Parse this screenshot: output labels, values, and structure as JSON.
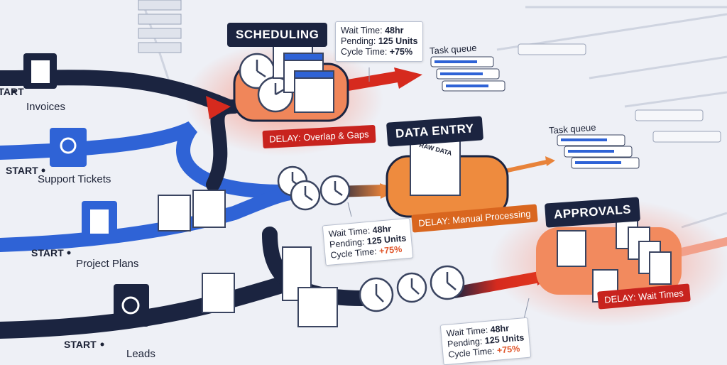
{
  "sources": [
    {
      "label": "Invoices",
      "start": "START",
      "icon": "invoice-document-icon"
    },
    {
      "label": "Support Tickets",
      "start": "START",
      "icon": "headset-agent-icon"
    },
    {
      "label": "Project Plans",
      "start": "START",
      "icon": "checklist-icon"
    },
    {
      "label": "Leads",
      "start": "START",
      "icon": "growth-chart-icon"
    }
  ],
  "stages": [
    {
      "title": "SCHEDULING",
      "delay": "DELAY: Overlap & Gaps",
      "delay_color": "#c8231e"
    },
    {
      "title": "DATA ENTRY",
      "delay": "DELAY: Manual Processing",
      "delay_color": "#d9661f",
      "doc_text": "RAW DATA"
    },
    {
      "title": "APPROVALS",
      "delay": "DELAY: Wait Times",
      "delay_color": "#c8231e"
    }
  ],
  "metrics": [
    {
      "wait_label": "Wait Time:",
      "wait": "48hr",
      "pending_label": "Pending:",
      "pending": "125 Units",
      "cycle_label": "Cycle Time:",
      "cycle": "+75%"
    },
    {
      "wait_label": "Wait Time:",
      "wait": "48hr",
      "pending_label": "Pending:",
      "pending": "125 Units",
      "cycle_label": "Cycle Time:",
      "cycle": "+75%"
    },
    {
      "wait_label": "Wait Time:",
      "wait": "48hr",
      "pending_label": "Pending:",
      "pending": "125 Units",
      "cycle_label": "Cycle Time:",
      "cycle": "+75%"
    }
  ],
  "task_queues": [
    {
      "label": "Task queue"
    },
    {
      "label": "Task queue"
    }
  ],
  "colors": {
    "navy": "#1b2440",
    "blue": "#2f63d6",
    "red": "#d62a1e",
    "orange": "#e8833a",
    "background": "#eef0f6"
  }
}
